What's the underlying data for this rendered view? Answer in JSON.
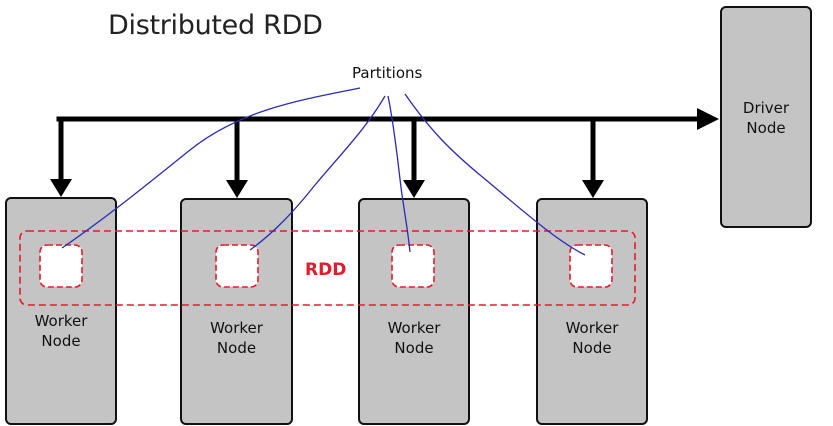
{
  "title": "Distributed RDD",
  "driver": {
    "line1": "Driver",
    "line2": "Node"
  },
  "workers": [
    {
      "line1": "Worker",
      "line2": "Node"
    },
    {
      "line1": "Worker",
      "line2": "Node"
    },
    {
      "line1": "Worker",
      "line2": "Node"
    },
    {
      "line1": "Worker",
      "line2": "Node"
    }
  ],
  "partitions_label": "Partitions",
  "rdd_label": "RDD",
  "colors": {
    "node_fill": "#c4c4c4",
    "arrow": "#000000",
    "rdd_dashed": "#e8192c",
    "pointer_lines": "#2a2ab8"
  }
}
